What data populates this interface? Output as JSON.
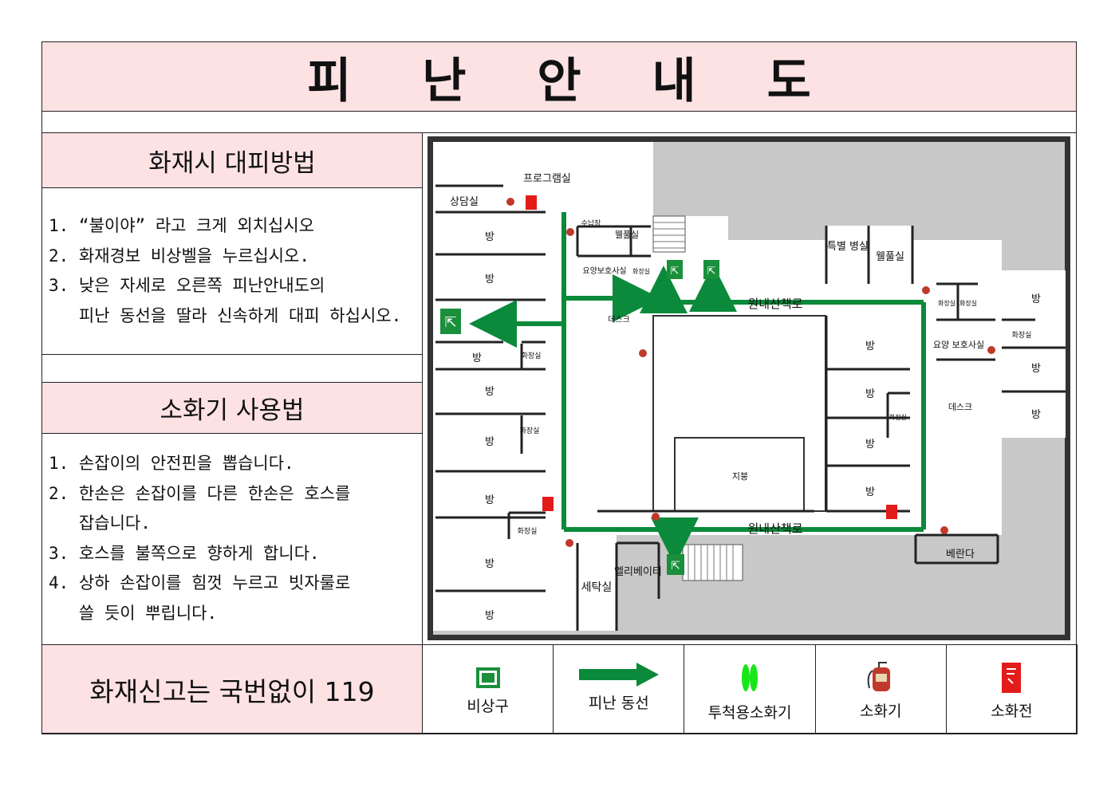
{
  "title": "피 난 안 내 도",
  "fire_evacuation": {
    "heading": "화재시 대피방법",
    "lines": [
      "1. “불이야” 라고 크게 외치십시오",
      "2. 화재경보 비상벨을 누르십시오.",
      "3. 낮은 자세로 오른쪽 피난안내도의",
      "   피난 동선을 딸라 신속하게 대피 하십시오."
    ]
  },
  "extinguisher_usage": {
    "heading": "소화기 사용법",
    "lines": [
      "1. 손잡이의 안전핀을 뽑습니다.",
      "2. 한손은 손잡이를 다른 한손은 호스를",
      "   잡습니다.",
      "3. 호스를 불쪽으로 향하게 합니다.",
      "4. 상하 손잡이를 힘껏 누르고 빗자룰로",
      "   쓸 듯이 뿌립니다."
    ]
  },
  "report": "화재신고는 국번없이 119",
  "legend": [
    "비상구",
    "피난 동선",
    "투척용소화기",
    "소화기",
    "소화전"
  ],
  "map": {
    "labels": {
      "program": "프로그램실",
      "counsel": "상담실",
      "room": "방",
      "nurse_small": "수납장",
      "wellbeing": "웰풀실",
      "care_office": "요양보호사실",
      "small_room": "화장실",
      "special_ward": "특별 병실",
      "wellfull": "웰풀실",
      "walk_path": "원내산책로",
      "desk": "데스크",
      "roof": "지붕",
      "toilet": "화장실",
      "care_office2": "요양 보호사실",
      "laundry": "세탁실",
      "elevator": "엘리베이터",
      "veranda": "베란다",
      "toilet_v1": "화장실",
      "toilet_v2": "화장실"
    }
  },
  "colors": {
    "pink": "#fde2e4",
    "route_green": "#0a8a3a",
    "exit_green": "#1a8f3c",
    "hydrant_red": "#e31b1b",
    "map_gray": "#c8c8c8"
  }
}
